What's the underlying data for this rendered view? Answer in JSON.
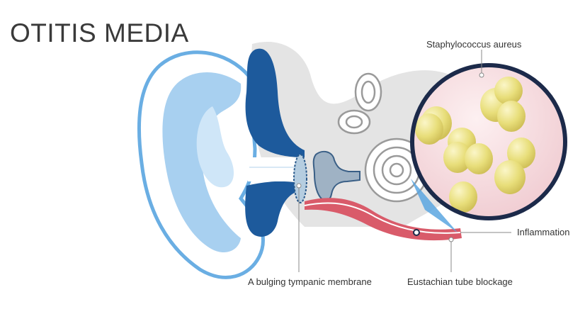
{
  "title": "OTITIS MEDIA",
  "labels": {
    "staphylococcus": "Staphylococcus aureus",
    "inflammation": "Inflammation",
    "tympanic_membrane": "A bulging tympanic membrane",
    "eustachian_tube": "Eustachian tube blockage"
  },
  "colors": {
    "outer_ear_light": "#a8d0f0",
    "outer_ear_outline": "#6aaee3",
    "ear_canal_dark": "#1d5a9c",
    "bone_gray": "#e3e3e3",
    "inner_ear_line": "#9a9a9a",
    "inflammation_red": "#d95b6a",
    "magnifier_ring": "#1c2a4a",
    "magnifier_fill": "#f6d9dd",
    "bacteria_yellow": "#e8de7a",
    "cone_blue": "#5aa6e0"
  }
}
